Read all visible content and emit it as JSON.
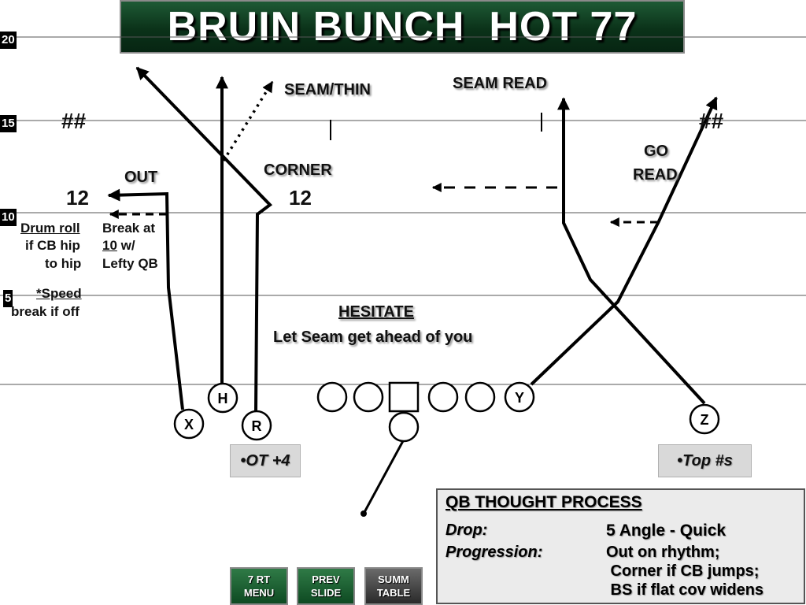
{
  "title": "BRUIN BUNCH  HOT 77",
  "yard_markers": {
    "y20": "20",
    "y15": "15",
    "y10": "10",
    "y5": "5"
  },
  "hash_left": "##",
  "hash_right": "##",
  "route_labels": {
    "seam_thin": "SEAM/THIN",
    "seam_read": "SEAM READ",
    "go_read_1": "GO",
    "go_read_2": "READ",
    "out": "OUT",
    "out_depth": "12",
    "corner": "CORNER",
    "corner_depth": "12"
  },
  "notes": {
    "drum_1": "Drum roll",
    "drum_2": "if CB hip",
    "drum_3": "to hip",
    "break_1": "Break at",
    "break_2_num": "10",
    "break_2_rest": " w/",
    "break_3": "Lefty QB",
    "speed_1": "*Speed",
    "speed_2": "break if off",
    "hesitate": "HESITATE",
    "hesitate_sub": "Let Seam get ahead of you"
  },
  "players": {
    "x": "X",
    "h": "H",
    "r": "R",
    "y": "Y",
    "z": "Z"
  },
  "tags": {
    "ot": "•OT +4",
    "top": "•Top #s"
  },
  "qb_box": {
    "title": "QB THOUGHT PROCESS",
    "drop_key": "Drop:",
    "drop_val": "5 Angle - Quick",
    "prog_key": "Progression:",
    "prog_1": "Out on rhythm;",
    "prog_2": " Corner if CB jumps;",
    "prog_3": " BS if flat cov widens"
  },
  "nav": {
    "menu_1": "7 RT",
    "menu_2": "MENU",
    "prev_1": "PREV",
    "prev_2": "SLIDE",
    "summ_1": "SUMM",
    "summ_2": "TABLE"
  },
  "colors": {
    "title_green": "#0b3219",
    "menu_green": "#1f6a35",
    "summ_dark": "#3a3a3a"
  }
}
